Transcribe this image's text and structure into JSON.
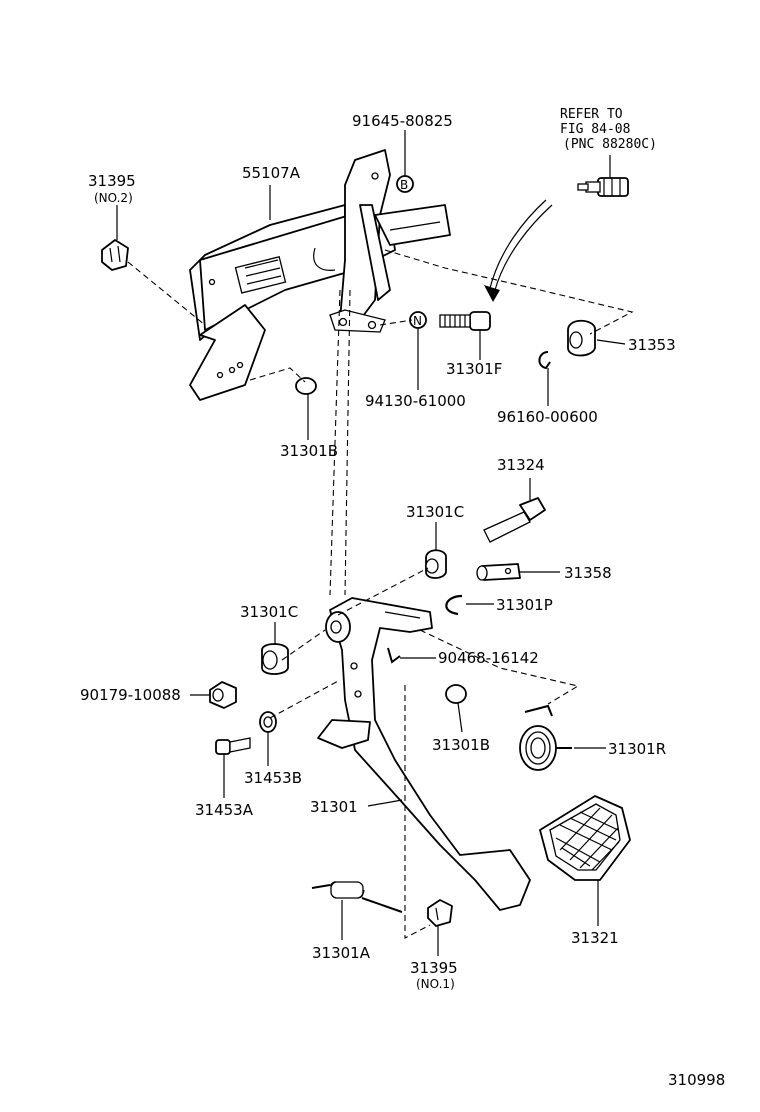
{
  "diagram": {
    "labels": {
      "p31395_no2": "31395",
      "p31395_no2_sub": "(NO.2)",
      "p55107a": "55107A",
      "p91645": "91645-80825",
      "refer_line1": "REFER TO",
      "refer_line2": "FIG 84-08",
      "refer_line3": "(PNC 88280C)",
      "p31353": "31353",
      "p31301f": "31301F",
      "p94130": "94130-61000",
      "p96160": "96160-00600",
      "p31301b_top": "31301B",
      "p31324": "31324",
      "p31301c_right": "31301C",
      "p31358": "31358",
      "p31301p": "31301P",
      "p31301c_left": "31301C",
      "p90468": "90468-16142",
      "p90179": "90179-10088",
      "p31301b_mid": "31301B",
      "p31301r": "31301R",
      "p31453b": "31453B",
      "p31453a": "31453A",
      "p31301": "31301",
      "p31321": "31321",
      "p31301a": "31301A",
      "p31395_no1": "31395",
      "p31395_no1_sub": "(NO.1)",
      "figure_number": "310998"
    },
    "markers": {
      "b_marker": "B",
      "n_marker": "N"
    }
  }
}
